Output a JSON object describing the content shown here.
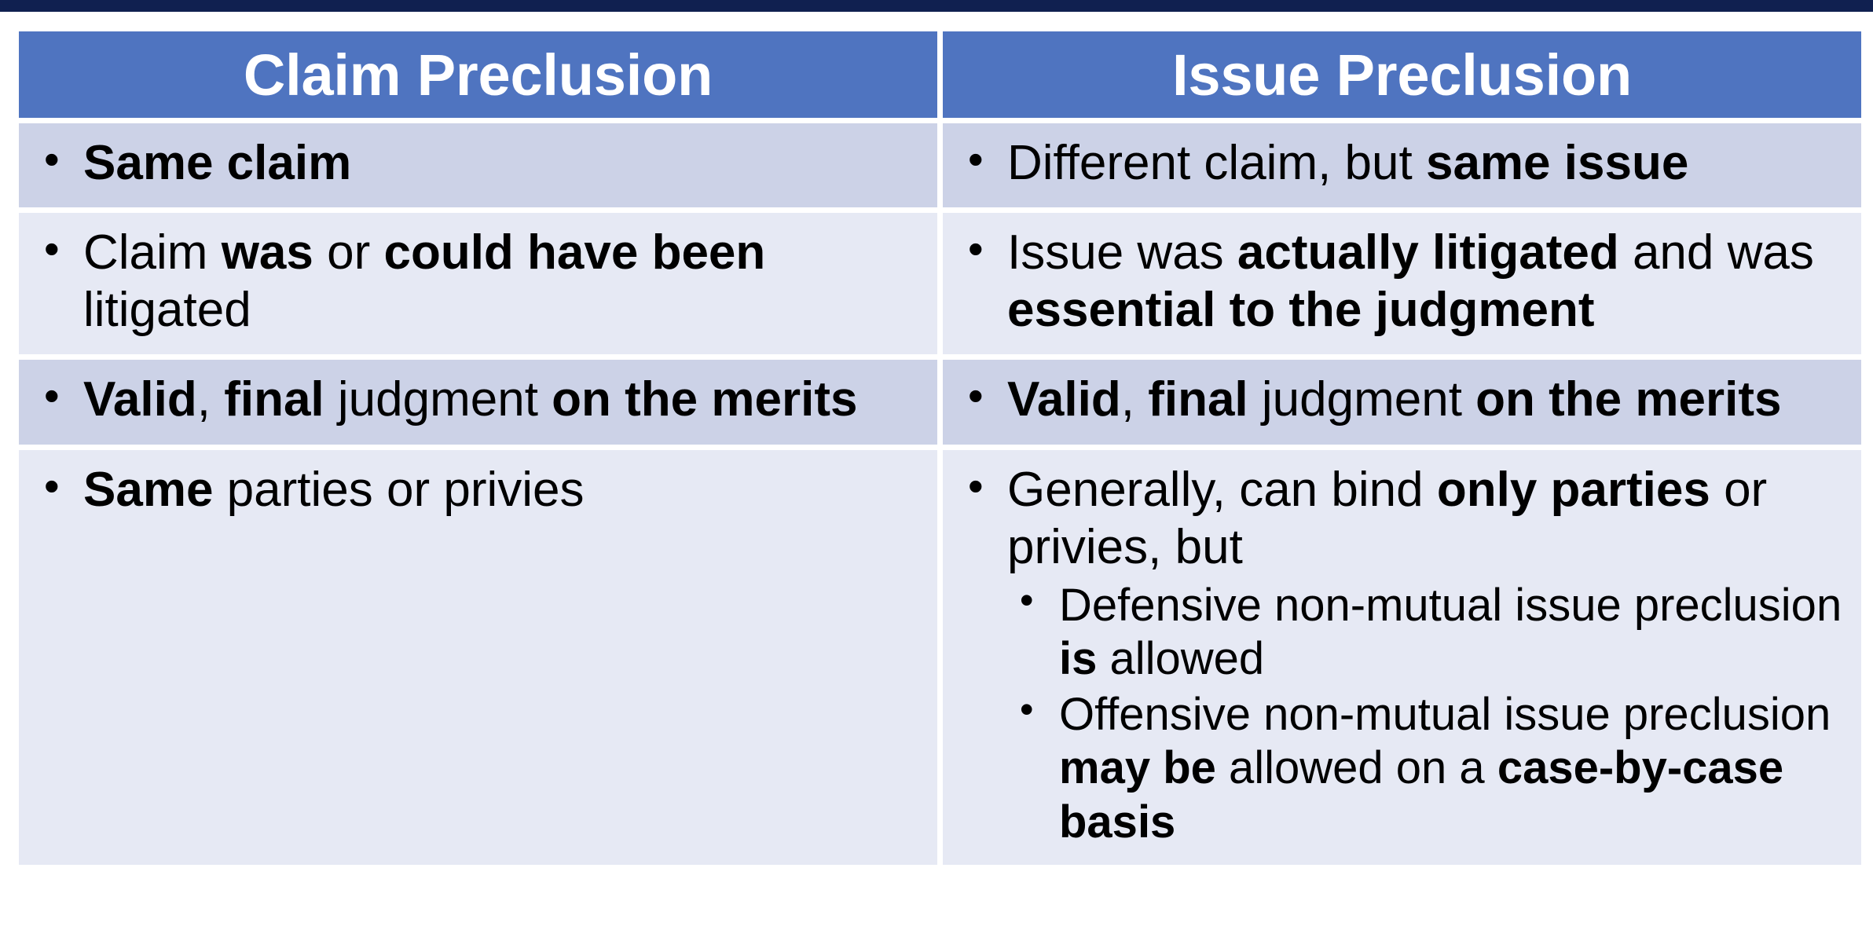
{
  "slide": {
    "accent_bar_color": "#102050",
    "header_color": "#4F74C0",
    "row_dark_color": "#CCD2E7",
    "row_light_color": "#E6E9F4",
    "text_color": "#000000",
    "header_text_color": "#FFFFFF"
  },
  "table": {
    "columns": [
      {
        "id": "claim-preclusion",
        "header": "Claim Preclusion"
      },
      {
        "id": "issue-preclusion",
        "header": "Issue Preclusion"
      }
    ],
    "rows": [
      {
        "band": "dark",
        "left": {
          "bullet": "•",
          "runs": [
            {
              "text": "Same claim",
              "bold": true
            }
          ],
          "plain": "Same claim"
        },
        "right": {
          "bullet": "•",
          "runs": [
            {
              "text": "Different claim, but ",
              "bold": false
            },
            {
              "text": "same issue",
              "bold": true
            }
          ],
          "plain": "Different claim, but same issue"
        }
      },
      {
        "band": "light",
        "left": {
          "bullet": "•",
          "runs": [
            {
              "text": "Claim ",
              "bold": false
            },
            {
              "text": "was",
              "bold": true
            },
            {
              "text": " or ",
              "bold": false
            },
            {
              "text": "could have been",
              "bold": true
            },
            {
              "text": " litigated",
              "bold": false
            }
          ],
          "plain": "Claim was or could have been litigated"
        },
        "right": {
          "bullet": "•",
          "runs": [
            {
              "text": "Issue was ",
              "bold": false
            },
            {
              "text": "actually litigated",
              "bold": true
            },
            {
              "text": " and was ",
              "bold": false
            },
            {
              "text": "essential to the judgment",
              "bold": true
            }
          ],
          "plain": "Issue was actually litigated and was essential to the judgment"
        }
      },
      {
        "band": "dark",
        "left": {
          "bullet": "•",
          "runs": [
            {
              "text": "Valid",
              "bold": true
            },
            {
              "text": ", ",
              "bold": false
            },
            {
              "text": "final",
              "bold": true
            },
            {
              "text": " judgment ",
              "bold": false
            },
            {
              "text": "on the merits",
              "bold": true
            }
          ],
          "plain": "Valid, final judgment on the merits"
        },
        "right": {
          "bullet": "•",
          "runs": [
            {
              "text": "Valid",
              "bold": true
            },
            {
              "text": ", ",
              "bold": false
            },
            {
              "text": "final",
              "bold": true
            },
            {
              "text": " judgment ",
              "bold": false
            },
            {
              "text": "on the merits",
              "bold": true
            }
          ],
          "plain": "Valid, final judgment on the merits"
        }
      },
      {
        "band": "light",
        "left": {
          "bullet": "•",
          "runs": [
            {
              "text": "Same",
              "bold": true
            },
            {
              "text": " parties or privies",
              "bold": false
            }
          ],
          "plain": "Same parties or privies"
        },
        "right": {
          "bullet": "•",
          "runs": [
            {
              "text": "Generally, can bind ",
              "bold": false
            },
            {
              "text": "only parties",
              "bold": true
            },
            {
              "text": " or privies, but",
              "bold": false
            }
          ],
          "plain": "Generally, can bind only parties or privies, but",
          "sub_bullets": [
            {
              "bullet": "•",
              "runs": [
                {
                  "text": "Defensive non-mutual issue preclusion ",
                  "bold": false
                },
                {
                  "text": "is",
                  "bold": true
                },
                {
                  "text": " allowed",
                  "bold": false
                }
              ],
              "plain": "Defensive non-mutual issue preclusion is allowed"
            },
            {
              "bullet": "•",
              "runs": [
                {
                  "text": "Offensive non-mutual issue preclusion ",
                  "bold": false
                },
                {
                  "text": "may be",
                  "bold": true
                },
                {
                  "text": " allowed on a ",
                  "bold": false
                },
                {
                  "text": "case-by-case basis",
                  "bold": true
                }
              ],
              "plain": "Offensive non-mutual issue preclusion may be allowed on a case-by-case basis"
            }
          ]
        }
      }
    ]
  }
}
